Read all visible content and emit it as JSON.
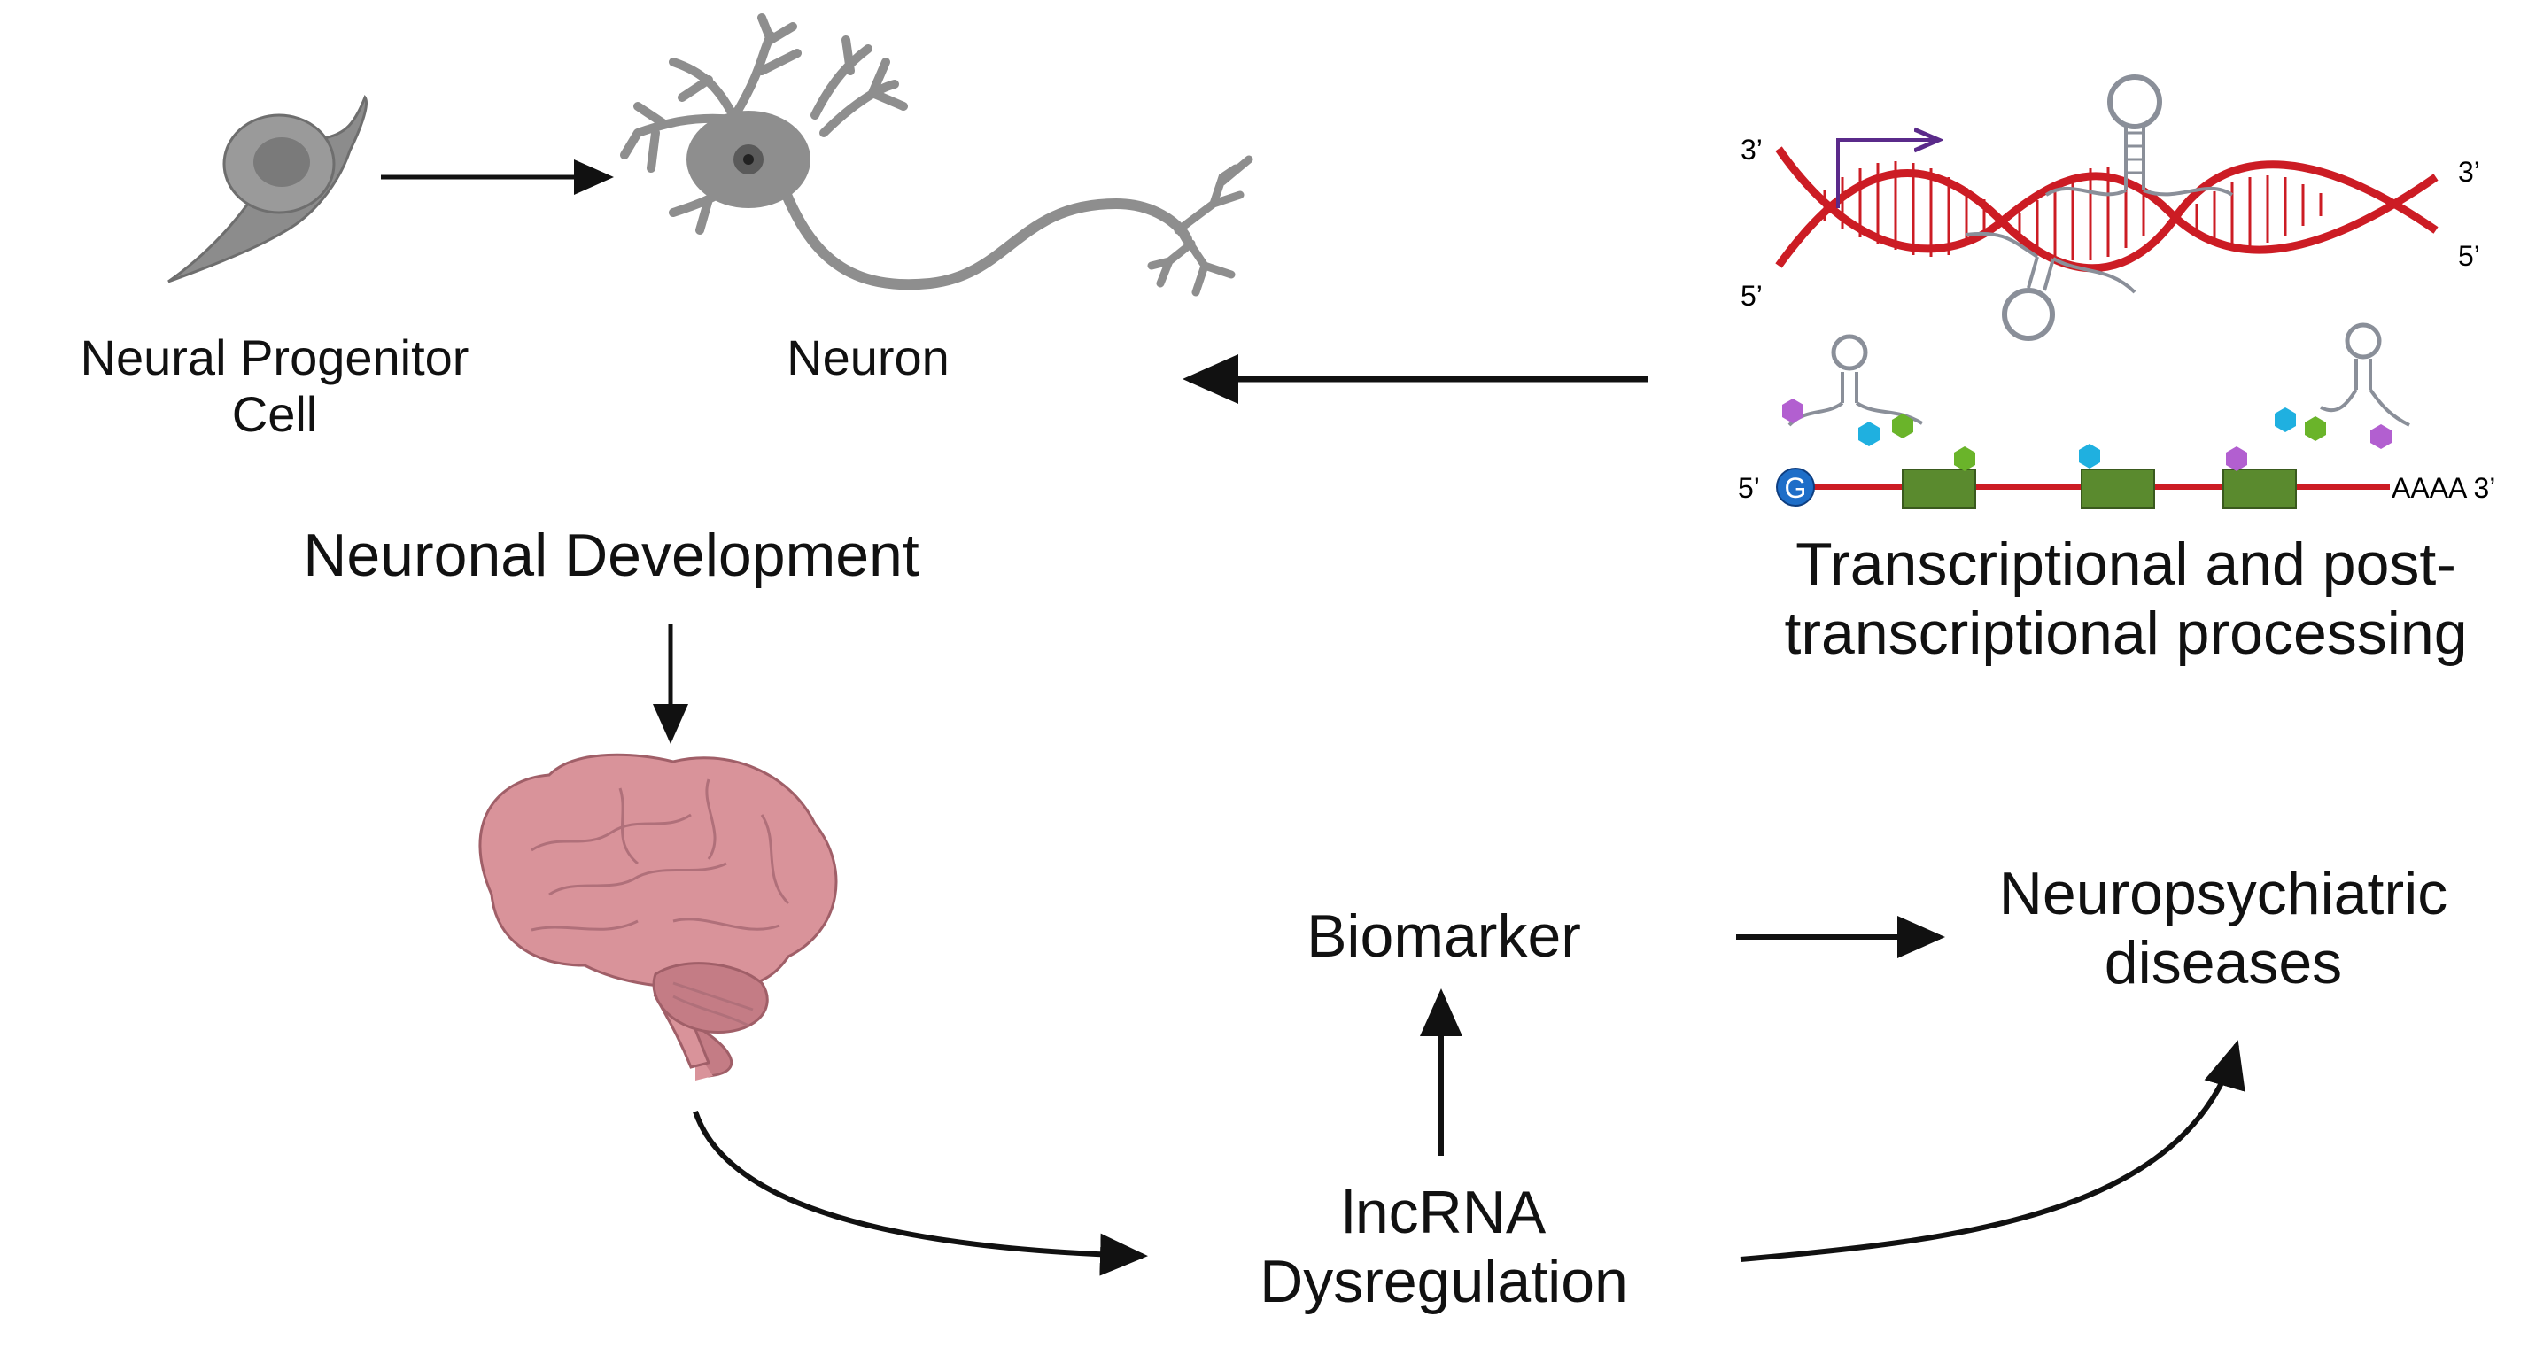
{
  "labels": {
    "progenitor_line1": "Neural Progenitor",
    "progenitor_line2": "Cell",
    "neuron": "Neuron",
    "neuronal_development": "Neuronal Development",
    "processing_line1": "Transcriptional and post-",
    "processing_line2": "transcriptional processing",
    "biomarker": "Biomarker",
    "disease_line1": "Neuropsychiatric",
    "disease_line2": "diseases",
    "lncrna_line1": "lncRNA",
    "lncrna_line2": "Dysregulation"
  },
  "dna": {
    "top_left": "3’",
    "bottom_left": "5’",
    "top_right": "3’",
    "bottom_right": "5’"
  },
  "mrna": {
    "cap_end": "5’",
    "cap_letter": "G",
    "tail": "AAAA 3’"
  },
  "colors": {
    "dna": "#cc1c24",
    "exon": "#5a8a2e",
    "cap": "#1e6ec8",
    "neuron": "#8e8e8e",
    "brain": "#d9939a",
    "hex_purple": "#b25fd0",
    "hex_blue": "#1fb0e0",
    "hex_green": "#6ab42a"
  }
}
